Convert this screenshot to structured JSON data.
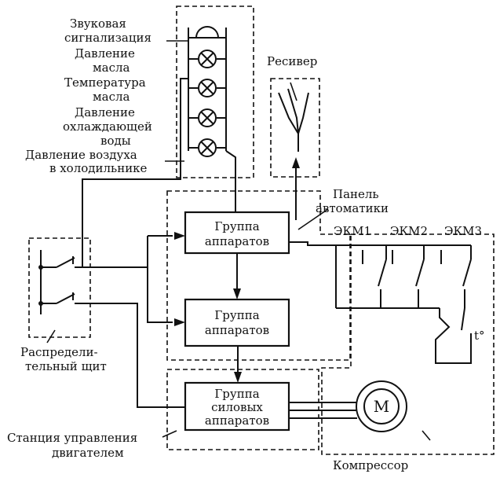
{
  "signals": {
    "sound": [
      "Звуковая",
      "сигнализация"
    ],
    "oil_pressure": [
      "Давление",
      "масла"
    ],
    "oil_temp": [
      "Температура",
      "масла"
    ],
    "coolant": [
      "Давление",
      "охлаждающей",
      "воды"
    ],
    "fridge_air": [
      "Давление воздуха",
      "в холодильнике"
    ]
  },
  "receiver": "Ресивер",
  "automation_panel": [
    "Панель",
    "автоматики"
  ],
  "pressure_switches": [
    "ЭКМ1",
    "ЭКМ2",
    "ЭКМ3"
  ],
  "temperature_mark": "t°",
  "group1": [
    "Группа",
    "аппаратов"
  ],
  "group2": [
    "Группа",
    "аппаратов"
  ],
  "group3": [
    "Группа",
    "силовых",
    "аппаратов"
  ],
  "motor": "М",
  "distribution_board": [
    "Распредели-",
    "тельный щит"
  ],
  "motor_station": [
    "Станция управления",
    "двигателем"
  ],
  "compressor": "Компрессор"
}
